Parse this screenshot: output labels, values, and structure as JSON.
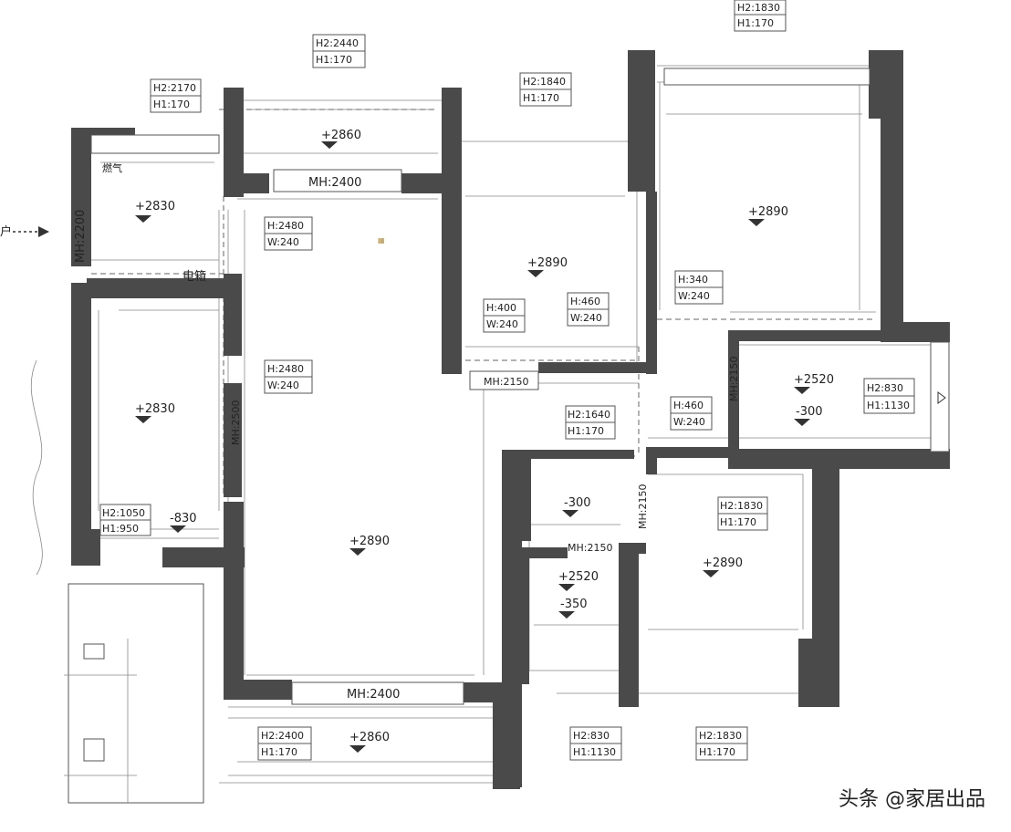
{
  "entry": "户",
  "rooms": {
    "top_left": {
      "elev": "+2830",
      "label_gas": "燃气"
    },
    "top_center": {
      "elev": "+2860"
    },
    "center_right": {
      "elev": "+2890"
    },
    "top_right": {
      "elev": "+2890"
    },
    "left_middle": {
      "elev": "+2830"
    },
    "left_bottom": {
      "elev": "-830"
    },
    "living": {
      "elev": "+2890"
    },
    "bottom_center": {
      "elev": "+2860"
    },
    "right_middle": {
      "elev1": "+2520",
      "elev2": "-300"
    },
    "bath_upper": {
      "elev": "-300"
    },
    "bath_lower": {
      "elev1": "+2520",
      "elev2": "-350"
    },
    "bottom_right": {
      "elev": "+2890"
    }
  },
  "labels": {
    "meter_box": "电箱",
    "side_door": "MH:2200"
  },
  "openings": [
    {
      "id": "o1",
      "h2": "H2:2440",
      "h1": "H1:170"
    },
    {
      "id": "o2",
      "h2": "H2:2170",
      "h1": "H1:170"
    },
    {
      "id": "o3",
      "h2": "H2:1840",
      "h1": "H1:170"
    },
    {
      "id": "o4",
      "h2": "H2:1830",
      "h1": "H1:170"
    },
    {
      "id": "o5",
      "h2": "H2:1640",
      "h1": "H1:170"
    },
    {
      "id": "o6",
      "h2": "H2:1830",
      "h1": "H1:170"
    },
    {
      "id": "o7",
      "h2": "H2:830",
      "h1": "H1:1130"
    },
    {
      "id": "o8",
      "h2": "H2:1050",
      "h1": "H1:950"
    },
    {
      "id": "o9",
      "h2": "H2:2400",
      "h1": "H1:170"
    },
    {
      "id": "o10",
      "h2": "H2:830",
      "h1": "H1:1130"
    },
    {
      "id": "o11",
      "h2": "H2:1830",
      "h1": "H1:170"
    }
  ],
  "beams": [
    {
      "id": "b1",
      "h": "H:2480",
      "w": "W:240"
    },
    {
      "id": "b2",
      "h": "H:2480",
      "w": "W:240"
    },
    {
      "id": "b3",
      "h": "H:400",
      "w": "W:240"
    },
    {
      "id": "b4",
      "h": "H:460",
      "w": "W:240"
    },
    {
      "id": "b5",
      "h": "H:340",
      "w": "W:240"
    },
    {
      "id": "b6",
      "h": "H:460",
      "w": "W:240"
    }
  ],
  "doors": {
    "d1": "MH:2400",
    "d2": "MH:2400",
    "d3": "MH:2150",
    "d4": "MH:2150",
    "d5": "MH:2150",
    "d6": "MH:2150",
    "d7": "MH:2500"
  },
  "watermark": "头条 @家居出品"
}
